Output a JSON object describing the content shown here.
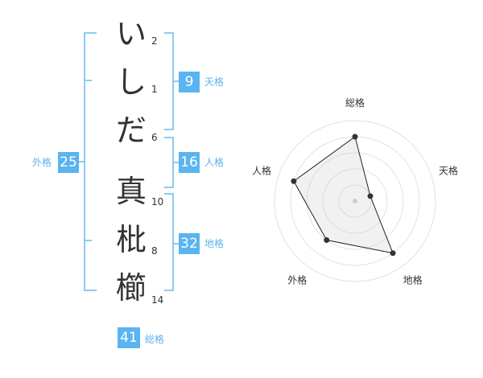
{
  "name_chars": [
    {
      "char": "い",
      "strokes": "2"
    },
    {
      "char": "し",
      "strokes": "1"
    },
    {
      "char": "だ",
      "strokes": "6"
    },
    {
      "char": "真",
      "strokes": "10"
    },
    {
      "char": "枇",
      "strokes": "8"
    },
    {
      "char": "櫛",
      "strokes": "14"
    }
  ],
  "fortunes": {
    "tenkaku": {
      "value": "9",
      "label": "天格"
    },
    "jinkaku": {
      "value": "16",
      "label": "人格"
    },
    "chikaku": {
      "value": "32",
      "label": "地格"
    },
    "gaikaku": {
      "value": "25",
      "label": "外格"
    },
    "soukaku": {
      "value": "41",
      "label": "総格"
    }
  },
  "colors": {
    "accent": "#5ab4f0",
    "bracket": "#8ecbf0",
    "text": "#333333"
  },
  "chart_data": {
    "type": "radar",
    "axes": [
      "総格",
      "天格",
      "地格",
      "外格",
      "人格"
    ],
    "values": [
      4,
      1,
      4,
      3,
      4
    ],
    "max": 5,
    "grid": true
  }
}
